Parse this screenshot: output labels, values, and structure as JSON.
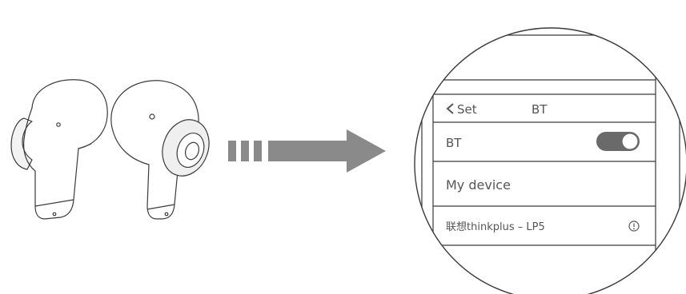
{
  "screen": {
    "back_label": "Set",
    "title": "BT",
    "bt_row_label": "BT",
    "bt_toggle_on": true,
    "my_device_label": "My device",
    "device_name": "联想thinkplus – LP5"
  },
  "icons": {
    "back": "chevron-left-icon",
    "info": "info-icon",
    "toggle": "toggle-switch",
    "arrow": "dashed-right-arrow",
    "earbuds": "earbuds-illustration"
  },
  "colors": {
    "line": "#3a3a3a",
    "arrow_fill": "#8a8a8a",
    "toggle_fill": "#6a6a6a",
    "text": "#555555"
  }
}
